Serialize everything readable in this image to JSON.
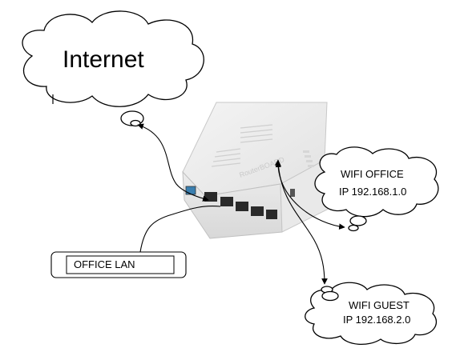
{
  "diagram": {
    "internet_label": "Internet",
    "wifi_office": {
      "line1": "WIFI OFFICE",
      "line2": "IP 192.168.1.0"
    },
    "wifi_guest": {
      "line1": "WIFI GUEST",
      "line2": "IP 192.168.2.0"
    },
    "office_lan_label": "OFFICE LAN"
  }
}
